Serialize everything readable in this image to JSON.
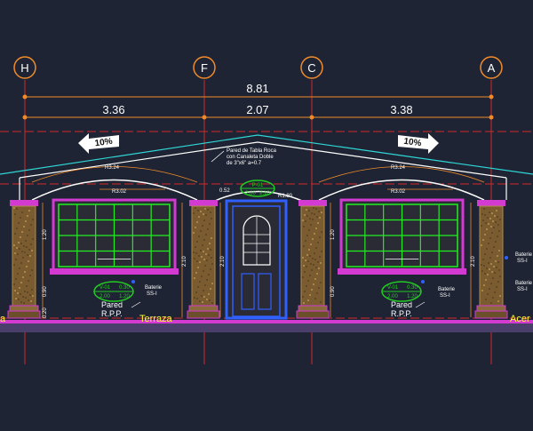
{
  "grid_axes": [
    "H",
    "F",
    "C",
    "A"
  ],
  "dimensions": {
    "total": "8.81",
    "spans": [
      "3.36",
      "2.07",
      "3.38"
    ]
  },
  "slopes": {
    "left": "10%",
    "right": "10%"
  },
  "roof_note": [
    "Pared de Tabla Roca",
    "con Canaleta Doble",
    "de 3\"x6\" a=0.7"
  ],
  "arch_labels": {
    "chord_left": "R3.24",
    "chord_right": "R3.24",
    "radius_left": "R3.02",
    "radius_right": "R3.02",
    "door_left": "0.52",
    "door_right": "R1.80"
  },
  "heights": {
    "window": "1.20",
    "sill": "0.90",
    "base": "0.20",
    "door": "2.10",
    "pier": "2.10"
  },
  "window_tags": {
    "left": [
      "V-01",
      "0.30",
      "2.00",
      "1.20"
    ],
    "right": [
      "V-01",
      "0.30",
      "2.00",
      "1.20"
    ],
    "door": [
      "P-01",
      "2.00",
      "2.10"
    ]
  },
  "notes": {
    "battery": [
      "Baterie",
      "SS-I"
    ],
    "wall_left": [
      "Pared",
      "R.P.P."
    ],
    "wall_right": [
      "Pared",
      "R.P.P."
    ],
    "terraza": "Terraza",
    "acera_left": "a",
    "acera_right": "Acer"
  },
  "colors": {
    "background": "#1e2433",
    "axis_red": "#d42a2a",
    "dimension_orange": "#f08a2a",
    "dimension_text": "#ffffff",
    "roof_cyan": "#2fd7d7",
    "window_green": "#22ee22",
    "frame_magenta": "#d23ad2",
    "pier_brown": "#8a6a3a",
    "door_blue": "#3060ff",
    "tag_green": "#22cc22",
    "label_yellow": "#ffff33"
  }
}
